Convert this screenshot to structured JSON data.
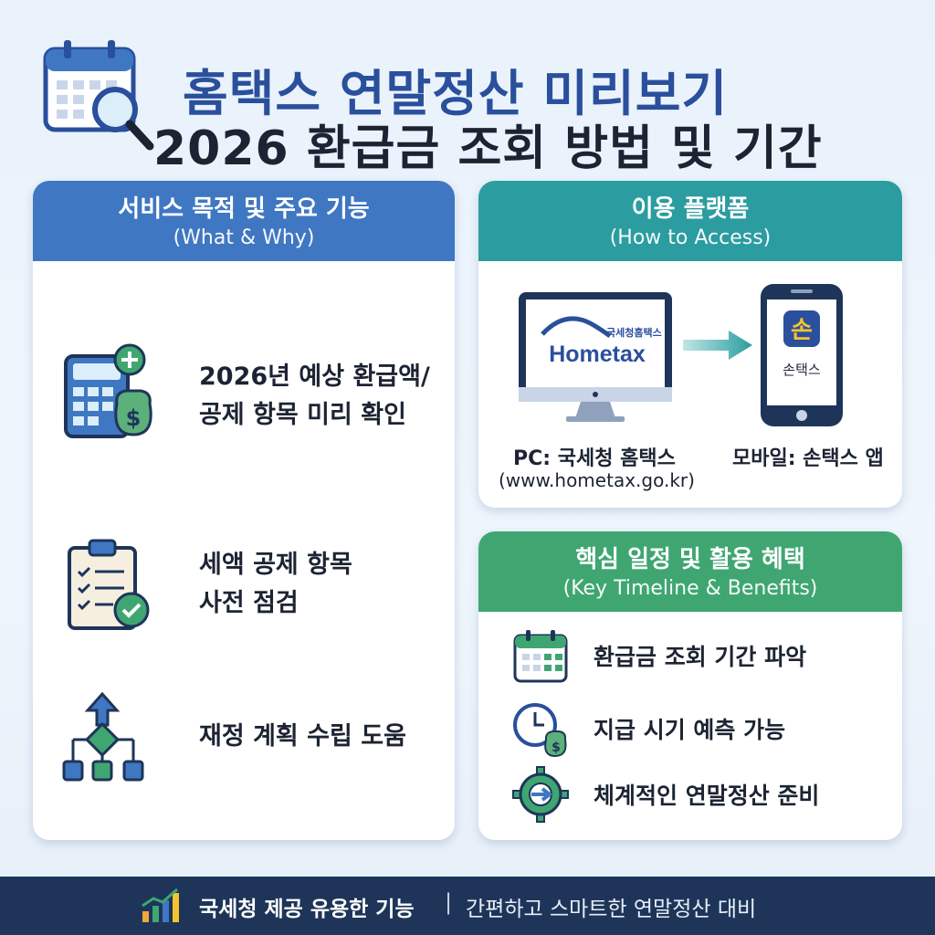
{
  "header": {
    "title_line1": "홈택스 연말정산 미리보기",
    "title_line2": "2026 환급금 조회 방법 및 기간",
    "icon": "calendar-search-icon"
  },
  "cards": {
    "purpose": {
      "title": "서비스 목적 및 주요 기능",
      "subtitle": "(What & Why)",
      "color": "#3f77c2",
      "items": [
        {
          "icon": "calculator-money-icon",
          "line1": "2026년 예상 환급액/",
          "line2": "공제 항목 미리 확인"
        },
        {
          "icon": "clipboard-check-icon",
          "line1": "세액 공제 항목",
          "line2": "사전 점검"
        },
        {
          "icon": "flowchart-icon",
          "line1": "재정 계획 수립 도움",
          "line2": ""
        }
      ]
    },
    "platform": {
      "title": "이용 플랫폼",
      "subtitle": "(How to Access)",
      "color": "#2b9c9f",
      "pc_label": "PC: 국세청 홈택스",
      "pc_url": "(www.hometax.go.kr)",
      "mobile_label": "모바일: 손택스 앱",
      "hometax_small": "국세청홈택스",
      "hometax_logo": "Hometax",
      "sontax_badge": "손",
      "sontax_name": "손택스"
    },
    "timeline": {
      "title": "핵심 일정 및 활용 혜택",
      "subtitle": "(Key Timeline & Benefits)",
      "color": "#3fa672",
      "items": [
        {
          "icon": "calendar-icon",
          "label": "환급금 조회 기간 파악"
        },
        {
          "icon": "clock-money-icon",
          "label": "지급 시기 예측 가능"
        },
        {
          "icon": "gear-arrow-icon",
          "label": "체계적인 연말정산 준비"
        }
      ]
    }
  },
  "footer": {
    "icon": "growth-chart-icon",
    "main": "국세청 제공 유용한 기능",
    "separator": "|",
    "sub": "간편하고 스마트한 연말정산 대비",
    "background": "#1e3559"
  }
}
